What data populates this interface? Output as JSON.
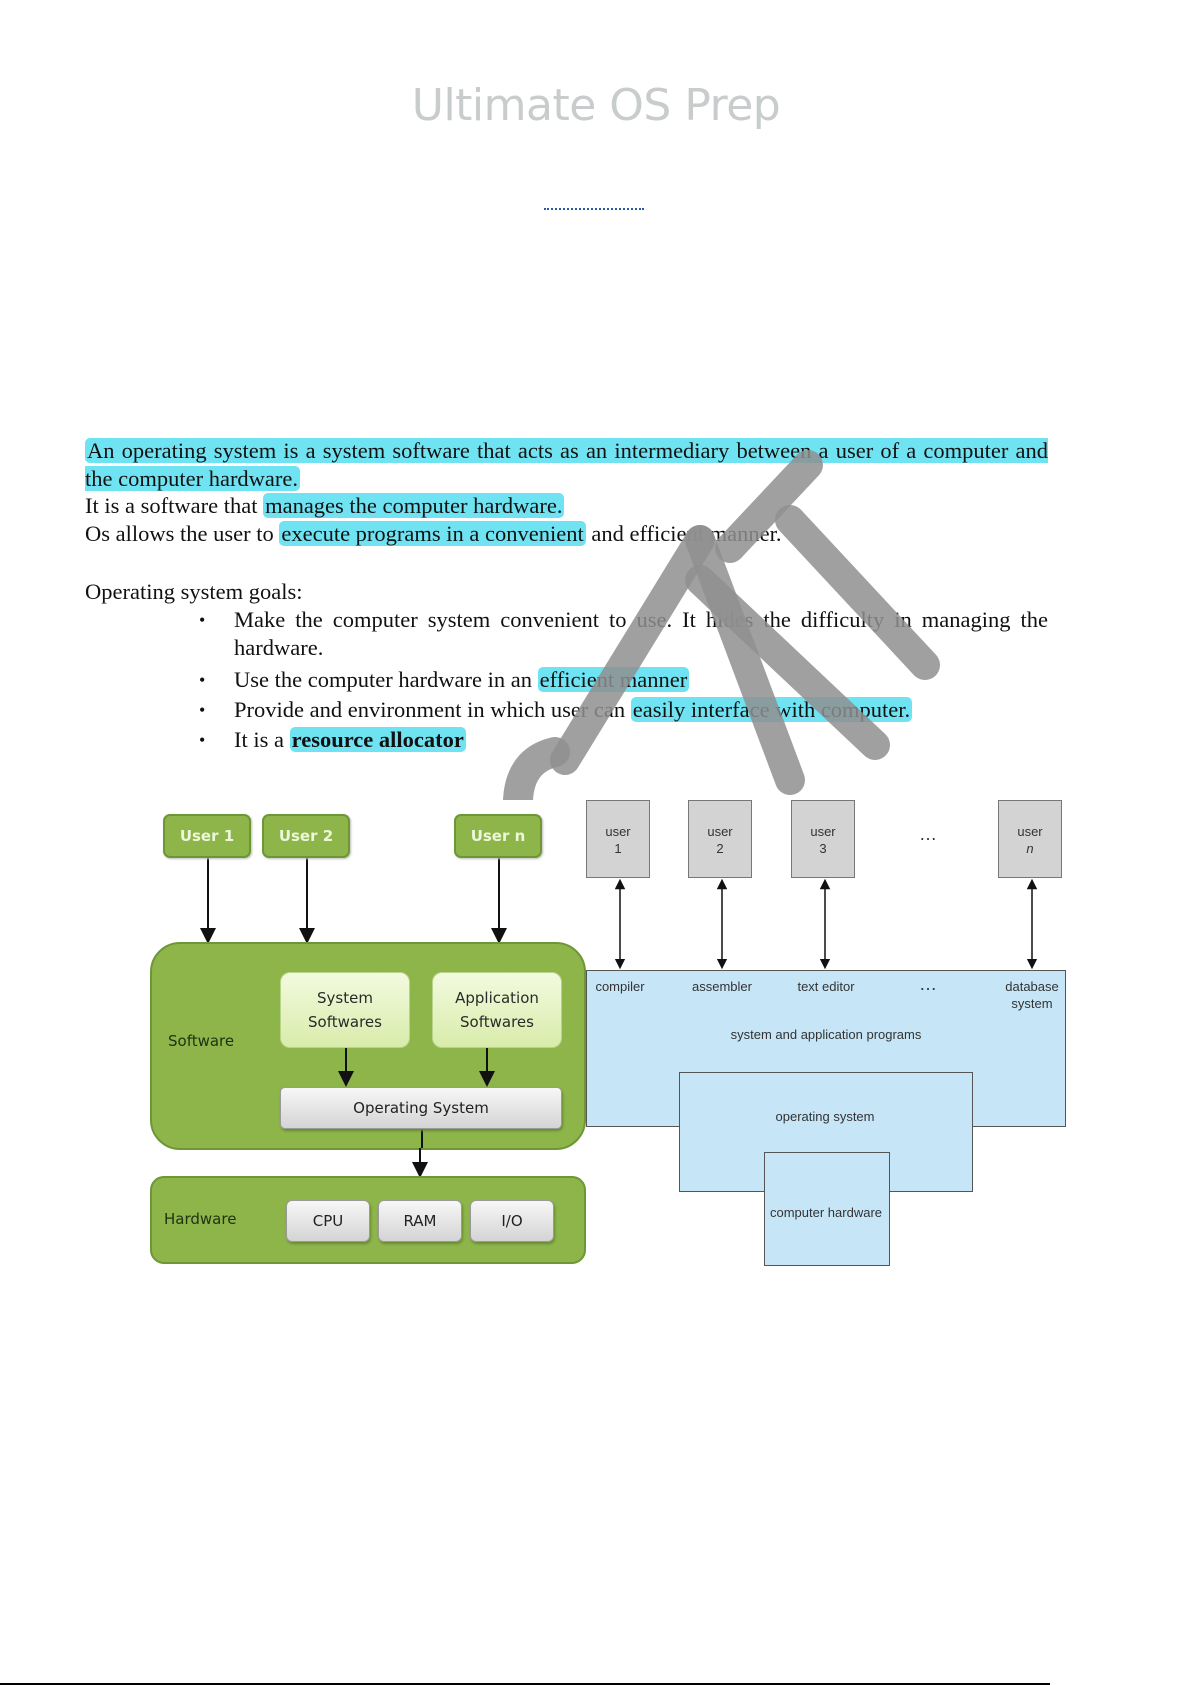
{
  "header": {
    "title": "Ultimate OS Prep",
    "dotted_link": "..................."
  },
  "intro": {
    "definition_highlighted": "An operating system is a system software that acts as an intermediary between a user of a computer and the computer hardware.",
    "line2_plain": "It is a software that ",
    "line2_highlight": "manages the computer hardware.",
    "line3_plain": "Os allows the user to ",
    "line3_highlight": "execute programs in a convenient",
    "line3_tail": " and efficient manner."
  },
  "goals": {
    "heading": "Operating system goals:",
    "items": [
      {
        "plain": "Make the computer system convenient to use. It hides the difficulty in managing the hardware.",
        "highlight": "",
        "tail": ""
      },
      {
        "plain": "Use the computer hardware in an ",
        "highlight": "efficient manner",
        "tail": ""
      },
      {
        "plain": "Provide and environment in which user can ",
        "highlight": "easily interface with computer.",
        "tail": ""
      },
      {
        "plain": "It is a ",
        "highlight": "resource allocator",
        "tail": ""
      }
    ],
    "bullet": "•"
  },
  "watermark": {
    "text": "CVIT"
  },
  "left_diagram": {
    "users": [
      "User 1",
      "User 2",
      "User n"
    ],
    "software_label": "Software",
    "system_softwares": [
      "System",
      "Softwares"
    ],
    "application_softwares": [
      "Application",
      "Softwares"
    ],
    "operating_system": "Operating System",
    "hardware_label": "Hardware",
    "hardware_items": [
      "CPU",
      "RAM",
      "I/O"
    ],
    "colors": {
      "green": "#8db54a",
      "green_border": "#6e9635",
      "light_green": "#e4f2c4"
    }
  },
  "right_diagram": {
    "users": [
      {
        "line1": "user",
        "line2": "1"
      },
      {
        "line1": "user",
        "line2": "2"
      },
      {
        "line1": "user",
        "line2": "3"
      },
      {
        "line1": "user",
        "line2": "n"
      }
    ],
    "ellipsis": "…",
    "programs": [
      "compiler",
      "assembler",
      "text editor",
      "…"
    ],
    "database": [
      "database",
      "system"
    ],
    "programs_layer": "system and application programs",
    "os_layer": "operating system",
    "hardware_layer": "computer hardware",
    "colors": {
      "layer_fill": "#c6e6f7",
      "user_fill": "#d3d3d3"
    }
  },
  "highlight_color": "#6fe3f2"
}
